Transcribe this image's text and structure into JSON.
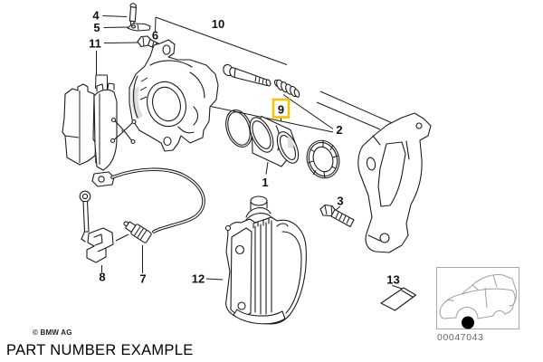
{
  "diagram": {
    "callouts": {
      "c1": "1",
      "c2": "2",
      "c3": "3",
      "c4": "4",
      "c5": "5",
      "c6": "6",
      "c7": "7",
      "c8": "8",
      "c9": "9",
      "c10": "10",
      "c11": "11",
      "c12": "12",
      "c13": "13"
    },
    "highlighted_callout": "9",
    "colors": {
      "highlight": "#F2C500",
      "line": "#1c1c1c",
      "thumbnail_gray": "#9aa0a5"
    }
  },
  "thumbnail": {
    "image_number": "00047043"
  },
  "footer": {
    "copyright": "© BMW AG",
    "caption": "PART NUMBER EXAMPLE"
  }
}
